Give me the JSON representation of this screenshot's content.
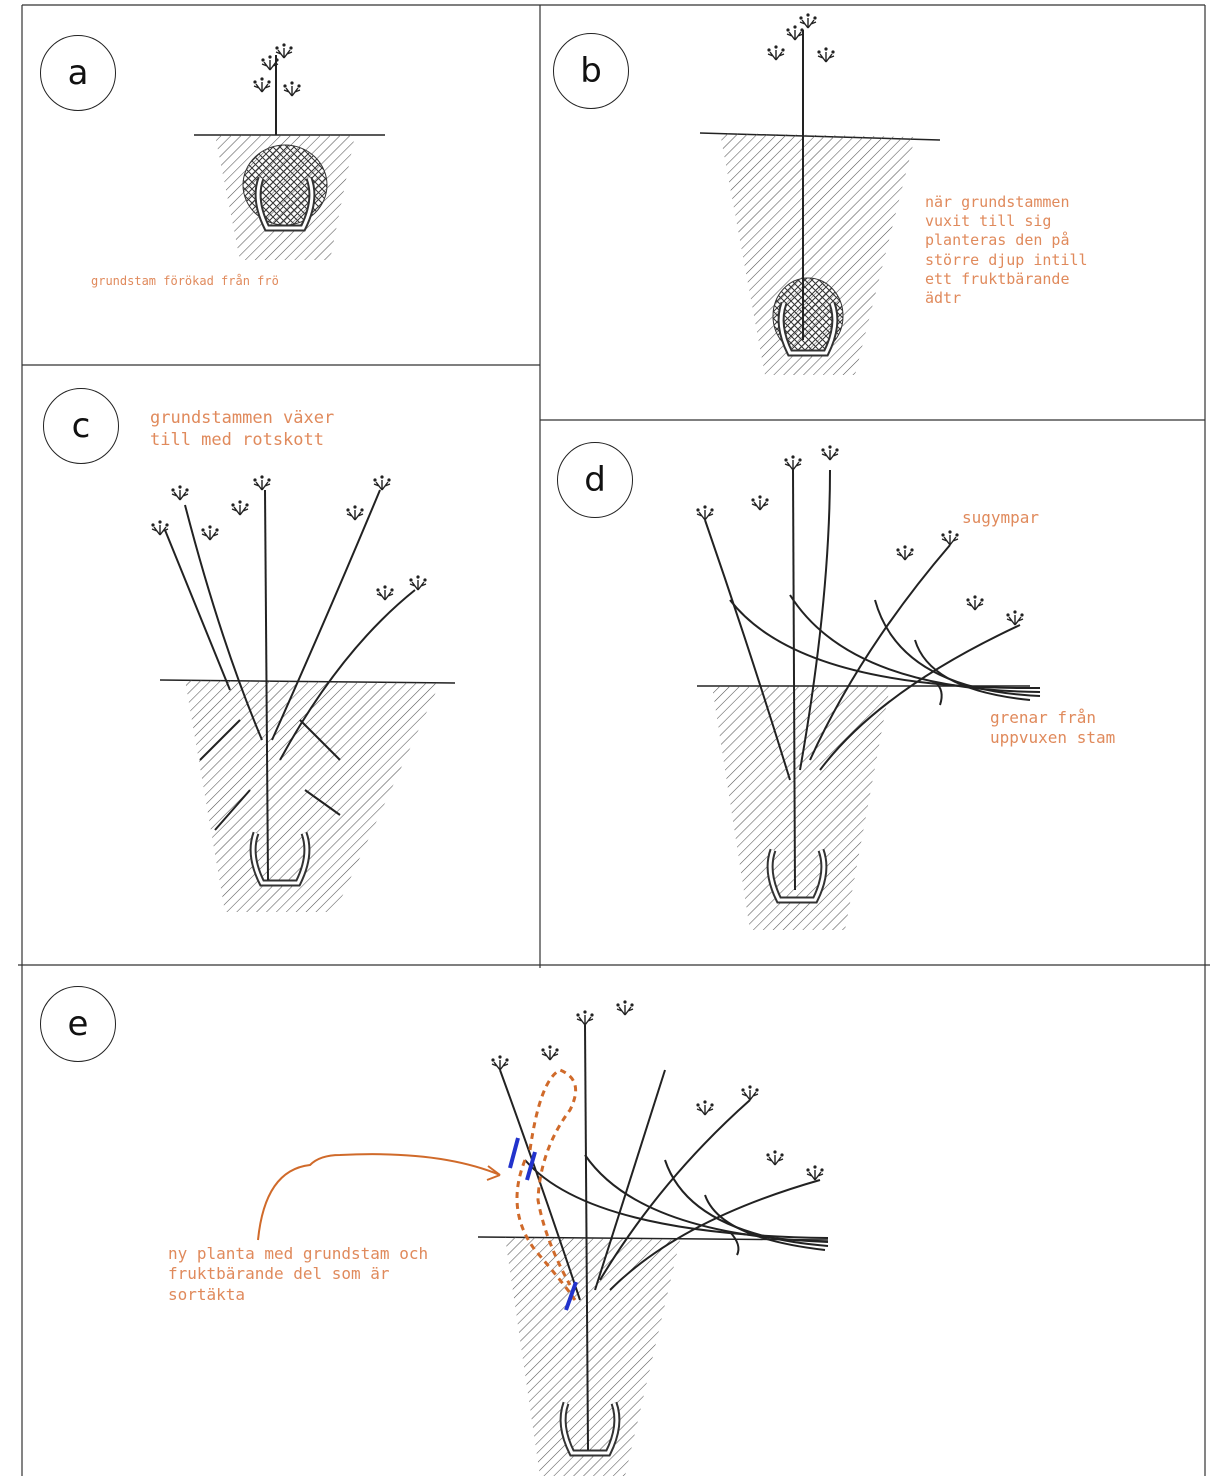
{
  "panels": {
    "a": {
      "label": "a",
      "caption": "grundstam förökad från frö"
    },
    "b": {
      "label": "b",
      "caption": "när grundstammen\nvuxit till sig\nplanteras den på\nstörre djup intill\nett fruktbärande\nädtr"
    },
    "c": {
      "label": "c",
      "caption": "grundstammen växer\ntill med rotskott"
    },
    "d": {
      "label": "d",
      "caption_top": "sugympar",
      "caption_right": "grenar från\nuppvuxen stam"
    },
    "e": {
      "label": "e",
      "caption": "ny planta med grundstam och\nfruktbärande del som är\nsortäkta"
    }
  },
  "colors": {
    "annotation": "#e08a5c",
    "marker": "#2233cc",
    "ink": "#222222"
  }
}
